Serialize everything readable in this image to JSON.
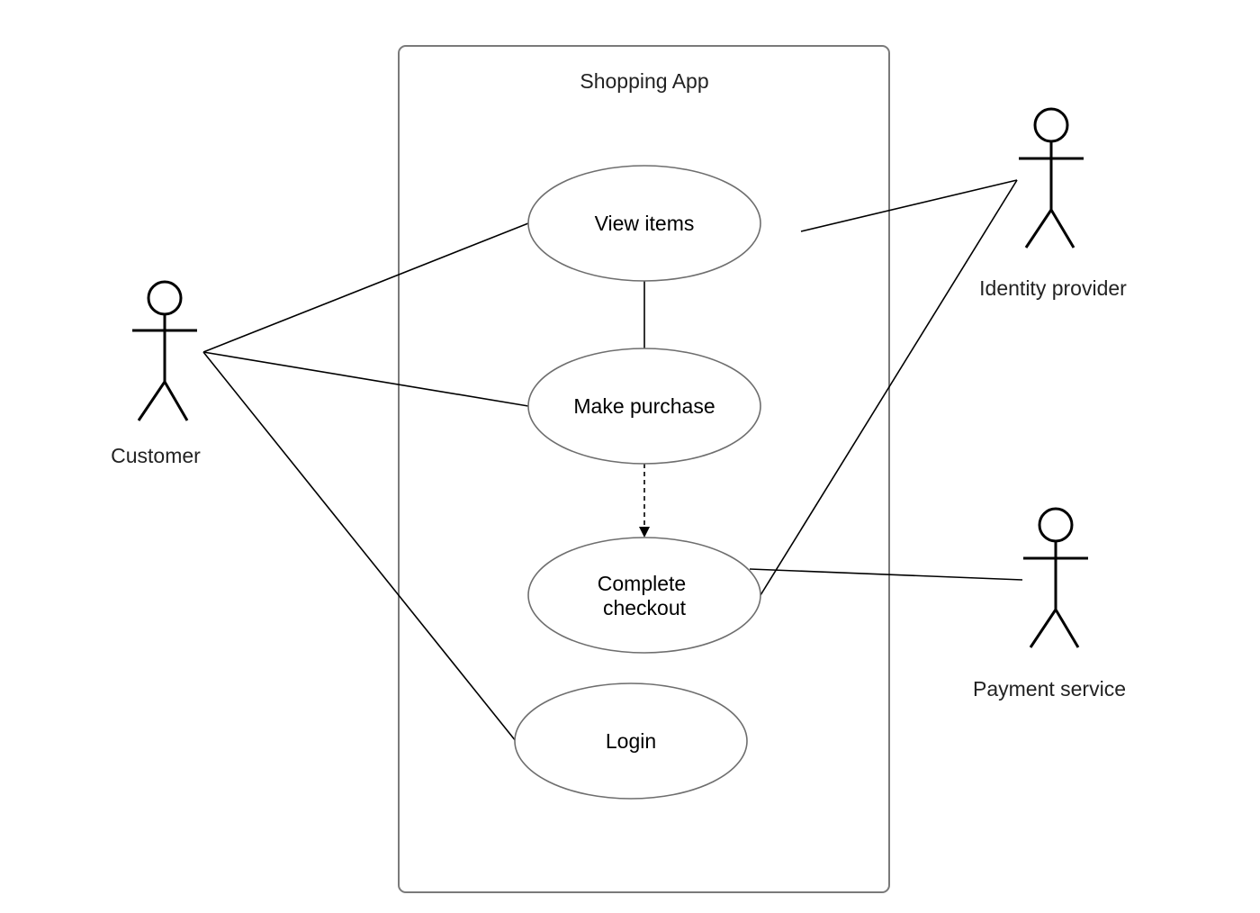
{
  "diagram": {
    "boundary": {
      "title": "Shopping App"
    },
    "use_cases": [
      {
        "id": "view-items",
        "lines": [
          "View items"
        ]
      },
      {
        "id": "make-purchase",
        "lines": [
          "Make purchase"
        ]
      },
      {
        "id": "complete-checkout",
        "lines": [
          "Complete",
          "checkout"
        ]
      },
      {
        "id": "login",
        "lines": [
          "Login"
        ]
      }
    ],
    "actors": [
      {
        "id": "customer",
        "label": "Customer"
      },
      {
        "id": "identity-provider",
        "label": "Identity provider"
      },
      {
        "id": "payment-service",
        "label": "Payment service"
      }
    ],
    "relations": [
      {
        "from": "customer",
        "to": "view-items",
        "kind": "association"
      },
      {
        "from": "customer",
        "to": "make-purchase",
        "kind": "association"
      },
      {
        "from": "customer",
        "to": "login",
        "kind": "association"
      },
      {
        "from": "view-items",
        "to": "make-purchase",
        "kind": "association"
      },
      {
        "from": "make-purchase",
        "to": "complete-checkout",
        "kind": "dependency"
      },
      {
        "from": "identity-provider",
        "to": "view-items",
        "kind": "association"
      },
      {
        "from": "identity-provider",
        "to": "complete-checkout",
        "kind": "association"
      },
      {
        "from": "payment-service",
        "to": "complete-checkout",
        "kind": "association"
      }
    ],
    "colors": {
      "line": "#000000",
      "ellipse_stroke": "#6e6e6e",
      "boundary_stroke": "#7a7a7a",
      "text": "#1a1a1a"
    }
  }
}
